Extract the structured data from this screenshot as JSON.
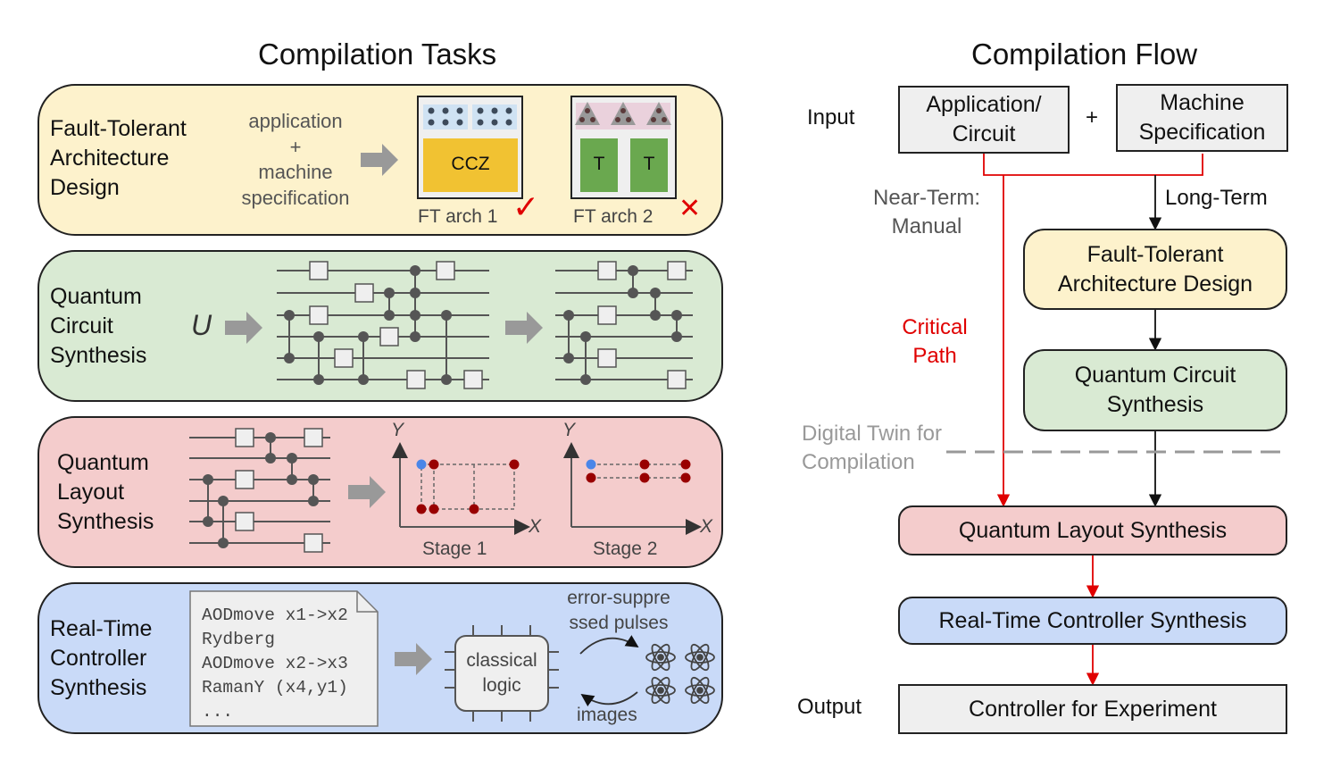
{
  "tasks": {
    "title": "Compilation Tasks",
    "ft": {
      "title": [
        "Fault-Tolerant",
        "Architecture",
        "Design"
      ],
      "input": [
        "application",
        "+",
        "machine",
        "specification"
      ],
      "arch1_gate": "CCZ",
      "arch2_gates": [
        "T",
        "T"
      ],
      "arch1_label": "FT arch 1",
      "arch2_label": "FT arch 2",
      "arch1_mark": "✓",
      "arch2_mark": "✕"
    },
    "qcs": {
      "title": [
        "Quantum",
        "Circuit",
        "Synthesis"
      ],
      "unitary": "U"
    },
    "qls": {
      "title": [
        "Quantum",
        "Layout",
        "Synthesis"
      ],
      "stage1_label": "Stage 1",
      "stage2_label": "Stage 2",
      "y_axis": "Y",
      "x_axis": "X"
    },
    "rtc": {
      "title": [
        "Real-Time",
        "Controller",
        "Synthesis"
      ],
      "code": [
        "AODmove x1->x2",
        "Rydberg",
        "AODmove x2->x3",
        "RamanY (x4,y1)",
        "..."
      ],
      "chip": [
        "classical",
        "logic"
      ],
      "pulses": [
        "error-suppre",
        "ssed pulses"
      ],
      "images": "images"
    }
  },
  "flow": {
    "title": "Compilation Flow",
    "input_label": "Input",
    "output_label": "Output",
    "app_box": [
      "Application/",
      "Circuit"
    ],
    "plus": "+",
    "machine_box": [
      "Machine",
      "Specification"
    ],
    "near_term": [
      "Near-Term:",
      "Manual"
    ],
    "long_term": "Long-Term",
    "critical": [
      "Critical",
      "Path"
    ],
    "digital_twin": [
      "Digital Twin for",
      "Compilation"
    ],
    "ft_box": [
      "Fault-Tolerant",
      "Architecture Design"
    ],
    "qcs_box": [
      "Quantum Circuit",
      "Synthesis"
    ],
    "qls_box": "Quantum Layout Synthesis",
    "rtc_box": "Real-Time Controller Synthesis",
    "out_box": "Controller for Experiment"
  },
  "colors": {
    "ft_bg": "#fdf2cc",
    "qcs_bg": "#d9ead3",
    "qls_bg": "#f4cccc",
    "rtc_bg": "#c9daf8",
    "gray_box": "#efefef",
    "critical": "#e00000",
    "gate_green": "#6aa84f",
    "gate_yellow": "#f1c232"
  }
}
